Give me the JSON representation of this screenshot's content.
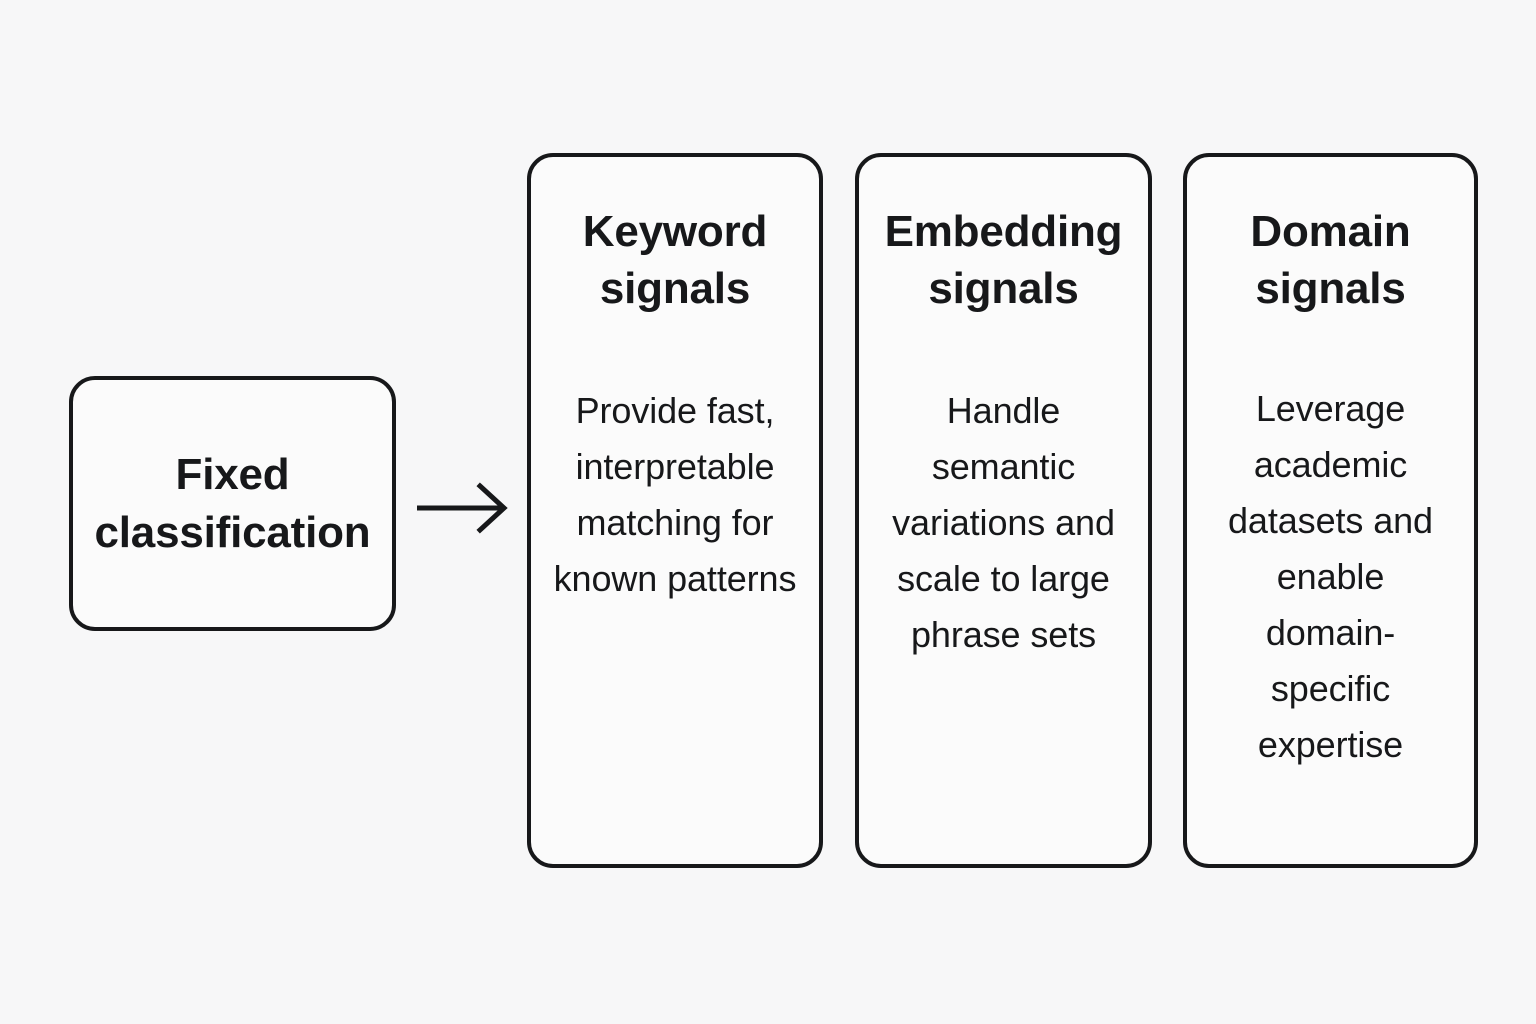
{
  "diagram": {
    "background_color": "#f7f7f8",
    "stroke_color": "#17181a",
    "fill_color": "#fbfbfb",
    "source_node": {
      "label": "Fixed\nclassification"
    },
    "connector": {
      "icon": "arrow-right-icon"
    },
    "cards": [
      {
        "title": "Keyword\nsignals",
        "body": "Provide fast, interpretable matching for known patterns"
      },
      {
        "title": "Embedding\nsignals",
        "body": "Handle semantic variations and scale to large phrase sets"
      },
      {
        "title": "Domain\nsignals",
        "body": "Leverage academic datasets and enable domain-specific expertise"
      }
    ]
  }
}
